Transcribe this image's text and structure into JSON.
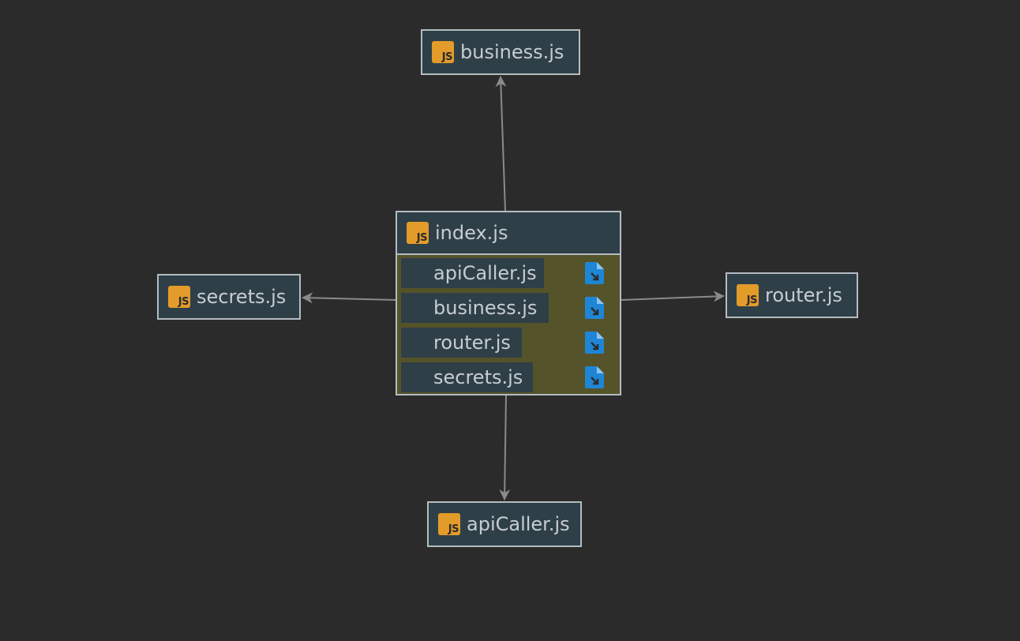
{
  "colors": {
    "background": "#2b2b2b",
    "node_fill": "#2f3f48",
    "node_border": "#b4bcc2",
    "group_fill": "#555329",
    "edge": "#8a8a8a",
    "js_icon": "#e39b2a",
    "file_icon": "#1f86d6"
  },
  "icons": {
    "js": "js-file-icon",
    "export": "file-export-icon"
  },
  "group": {
    "title": "index.js",
    "members": [
      {
        "label": "apiCaller.js"
      },
      {
        "label": "business.js"
      },
      {
        "label": "router.js"
      },
      {
        "label": "secrets.js"
      }
    ]
  },
  "nodes": {
    "top": {
      "label": "business.js"
    },
    "left": {
      "label": "secrets.js"
    },
    "right": {
      "label": "router.js"
    },
    "bottom": {
      "label": "apiCaller.js"
    }
  },
  "js_icon_text": "JS"
}
